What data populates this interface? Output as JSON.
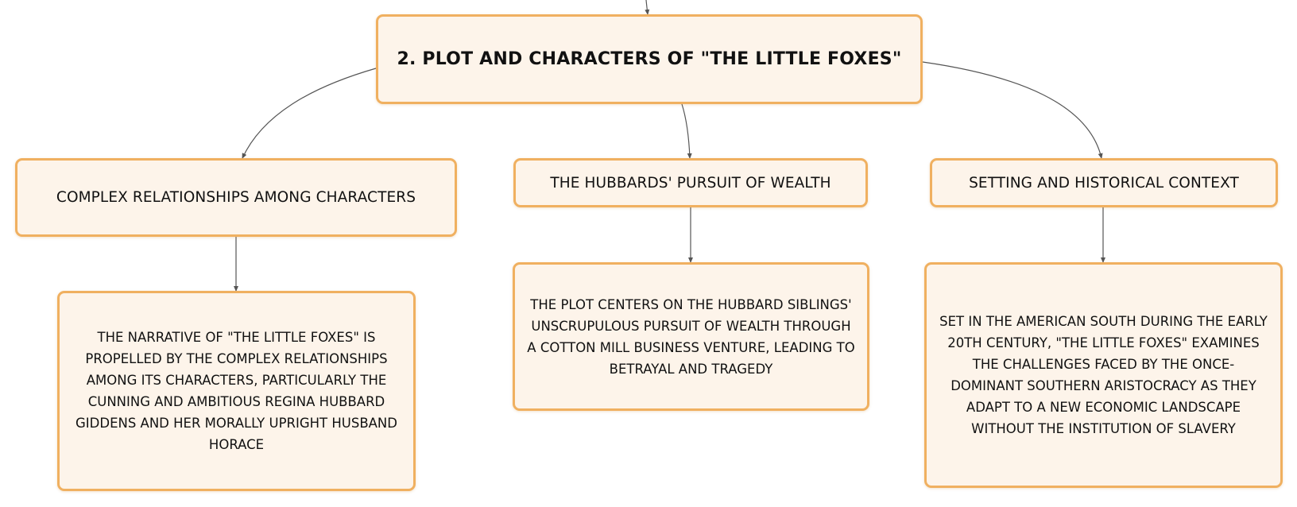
{
  "root": {
    "label": "2. PLOT AND CHARACTERS OF \"THE LITTLE FOXES\""
  },
  "branches": [
    {
      "label": "COMPLEX RELATIONSHIPS AMONG CHARACTERS",
      "detail": "THE NARRATIVE OF \"THE LITTLE FOXES\" IS PROPELLED BY THE COMPLEX RELATIONSHIPS AMONG ITS CHARACTERS, PARTICULARLY THE CUNNING AND AMBITIOUS REGINA HUBBARD GIDDENS AND HER MORALLY UPRIGHT HUSBAND HORACE"
    },
    {
      "label": "THE HUBBARDS' PURSUIT OF WEALTH",
      "detail": "THE PLOT CENTERS ON THE HUBBARD SIBLINGS' UNSCRUPULOUS PURSUIT OF WEALTH THROUGH A COTTON MILL BUSINESS VENTURE, LEADING TO BETRAYAL AND TRAGEDY"
    },
    {
      "label": "SETTING AND HISTORICAL CONTEXT",
      "detail": "SET IN THE AMERICAN SOUTH DURING THE EARLY 20TH CENTURY, \"THE LITTLE FOXES\" EXAMINES THE CHALLENGES FACED BY THE ONCE-DOMINANT SOUTHERN ARISTOCRACY AS THEY ADAPT TO A NEW ECONOMIC LANDSCAPE WITHOUT THE INSTITUTION OF SLAVERY"
    }
  ],
  "colors": {
    "node_fill": "#fdf4ea",
    "node_border": "#f0b060",
    "connector": "#555555",
    "text": "#111111"
  }
}
